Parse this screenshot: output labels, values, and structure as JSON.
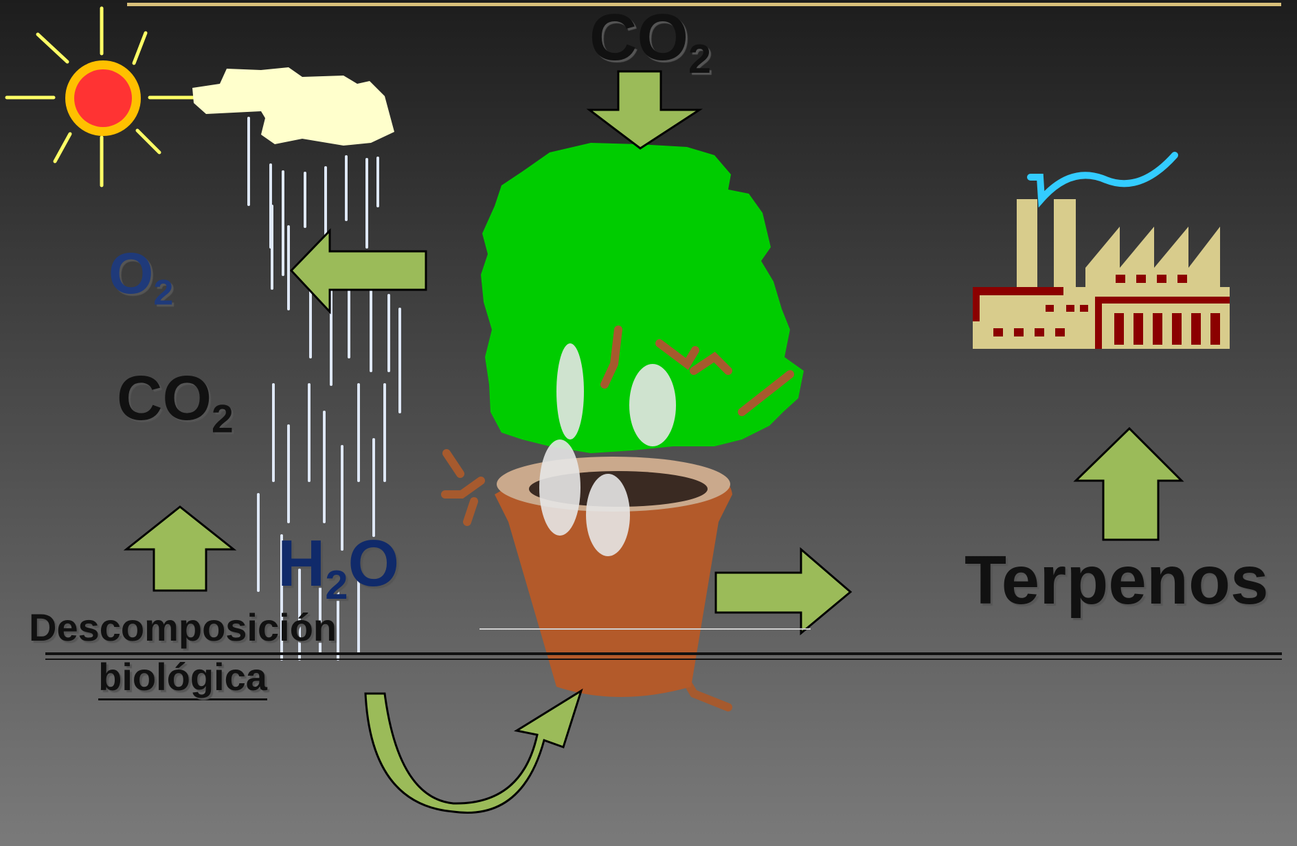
{
  "labels": {
    "co2_top": "CO",
    "co2_top_sub": "2",
    "o2": "O",
    "o2_sub": "2",
    "co2_left": "CO",
    "co2_left_sub": "2",
    "h2o_h": "H",
    "h2o_sub": "2",
    "h2o_o": "O",
    "decomp_line1": "Descomposición",
    "decomp_line2": "biológica",
    "terpenos": "Terpenos"
  },
  "colors": {
    "arrow_fill": "#9bbb59",
    "arrow_stroke": "#000000",
    "tree_canopy": "#00cc00",
    "sun_core": "#ff3333",
    "sun_ring": "#ffc000",
    "sun_rays": "#ffff66",
    "cloud": "#ffffcc",
    "factory": "#d8cc8c",
    "factory_trim": "#8b0000",
    "smoke": "#33ccff",
    "o2_text": "#1f3a7a",
    "h2o_text": "#102a6a",
    "top_line": "#d9c07a",
    "pot": "#b35a2a"
  },
  "icons": [
    "sun-icon",
    "cloud-icon",
    "rain-icon",
    "tree-icon",
    "pot-icon",
    "factory-icon",
    "smoke-icon"
  ]
}
